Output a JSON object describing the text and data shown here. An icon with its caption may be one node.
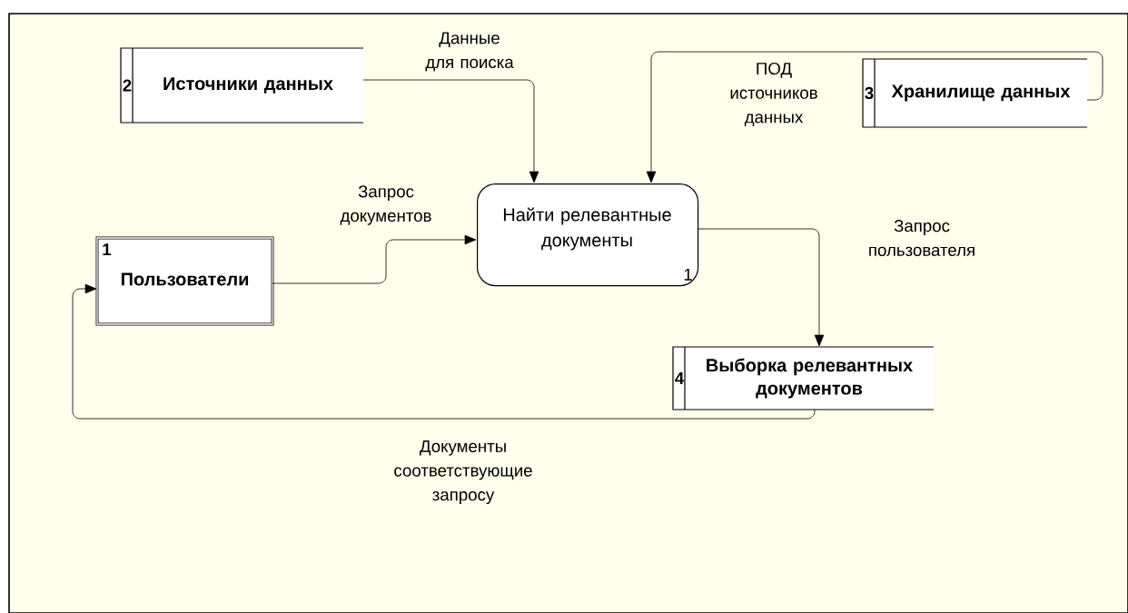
{
  "diagram": {
    "nodes": [
      {
        "text": [
          "2",
          "Источники данных"
        ]
      },
      {
        "text": [
          "3",
          "Хранилище данных"
        ]
      },
      {
        "text": [
          "1",
          "Пользователи"
        ]
      },
      {
        "text": [
          "Найти релевантные документы",
          "1"
        ]
      },
      {
        "text": [
          "4",
          "Выборка релевантных документов"
        ]
      }
    ],
    "edges": [
      {
        "from": 0,
        "to": 3,
        "arrow": "to",
        "label": "Данные для поиска"
      },
      {
        "from": 1,
        "to": 3,
        "arrow": "to",
        "label": "ПОД источников данных"
      },
      {
        "from": 2,
        "to": 3,
        "arrow": "to",
        "label": "Запрос документов"
      },
      {
        "from": 3,
        "to": 4,
        "arrow": "to",
        "label": "Запрос пользователя"
      },
      {
        "from": 4,
        "to": 2,
        "arrow": "to",
        "label": "Документы соответствующие запросу"
      }
    ]
  }
}
